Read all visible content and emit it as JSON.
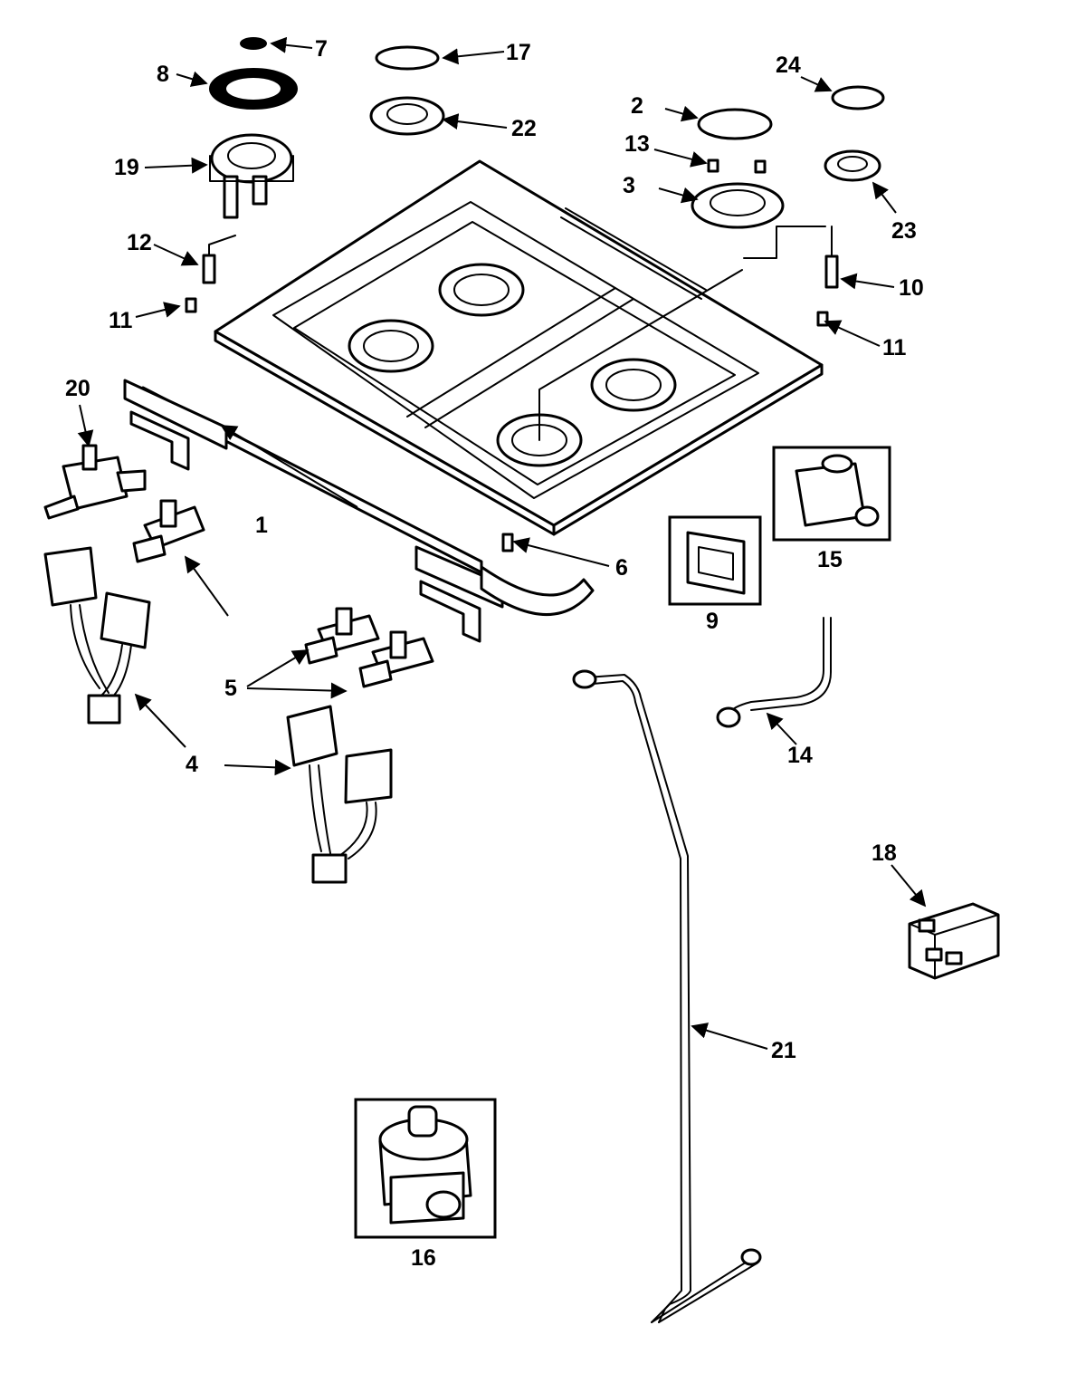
{
  "callouts": {
    "c1": "1",
    "c2": "2",
    "c3": "3",
    "c4": "4",
    "c5": "5",
    "c6": "6",
    "c7": "7",
    "c8": "8",
    "c9": "9",
    "c10": "10",
    "c11a": "11",
    "c11b": "11",
    "c12": "12",
    "c13": "13",
    "c14": "14",
    "c15": "15",
    "c16": "16",
    "c17": "17",
    "c18": "18",
    "c19": "19",
    "c20": "20",
    "c21": "21",
    "c22": "22",
    "c23": "23",
    "c24": "24"
  }
}
